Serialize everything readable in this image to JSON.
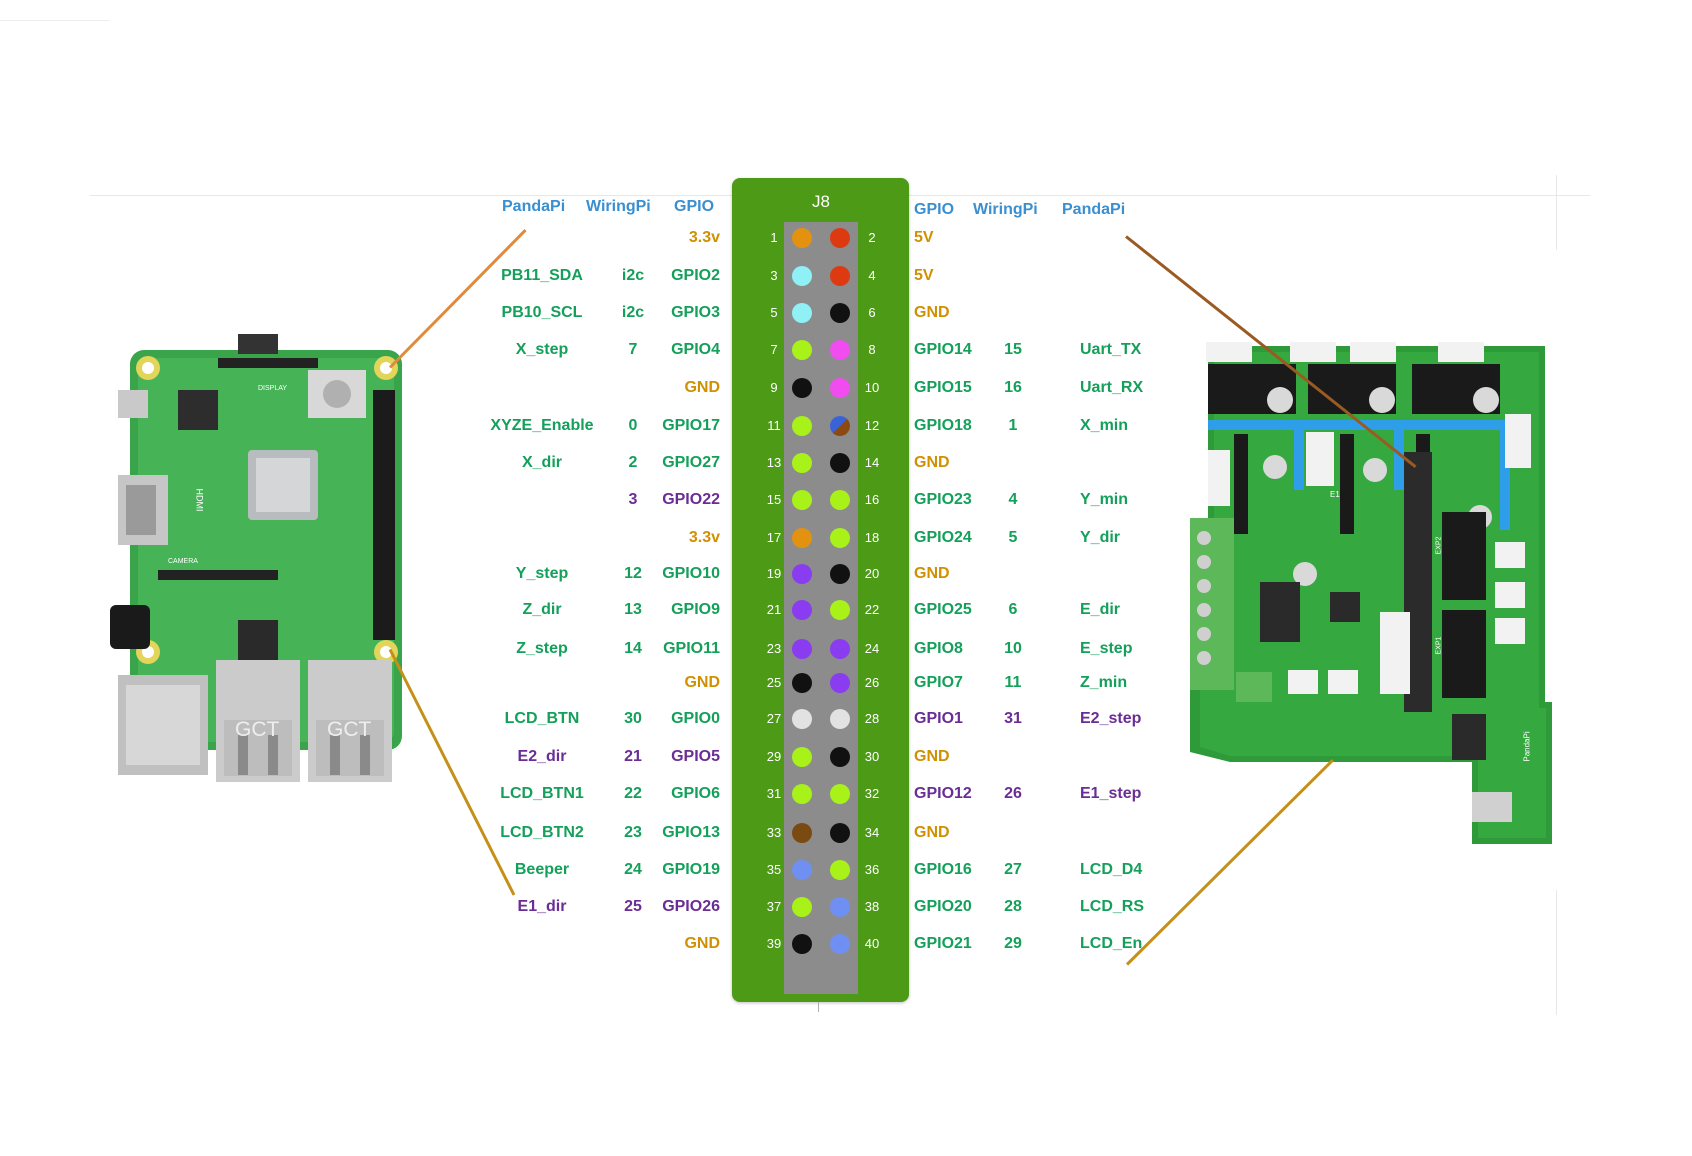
{
  "colors": {
    "header_blue": "#3a8fd0",
    "label_green": "#14a05a",
    "label_purple": "#6a2d95",
    "label_orange": "#d09000",
    "connector_green": "#4c9a16",
    "connector_gray": "#8c8c8c"
  },
  "connector": {
    "title": "J8"
  },
  "headers": {
    "left": {
      "pandapi": "PandaPi",
      "wiringpi": "WiringPi",
      "gpio": "GPIO"
    },
    "right": {
      "gpio": "GPIO",
      "wiringpi": "WiringPi",
      "pandapi": "PandaPi"
    }
  },
  "rows": [
    {
      "odd": 1,
      "even": 2,
      "odd_color": "#e3920f",
      "even_color": "#dd3a12",
      "even_color2": "",
      "left": {
        "pandapi": "",
        "wiringpi": "",
        "gpio": "3.3v",
        "color": "orange"
      },
      "right": {
        "gpio": "5V",
        "wiringpi": "",
        "pandapi": "",
        "color": "orange"
      }
    },
    {
      "odd": 3,
      "even": 4,
      "odd_color": "#8ff1f6",
      "even_color": "#dd3a12",
      "even_color2": "",
      "left": {
        "pandapi": "PB11_SDA",
        "wiringpi": "i2c",
        "gpio": "GPIO2",
        "color": "green"
      },
      "right": {
        "gpio": "5V",
        "wiringpi": "",
        "pandapi": "",
        "color": "orange"
      }
    },
    {
      "odd": 5,
      "even": 6,
      "odd_color": "#8ff1f6",
      "even_color": "#111111",
      "even_color2": "",
      "left": {
        "pandapi": "PB10_SCL",
        "wiringpi": "i2c",
        "gpio": "GPIO3",
        "color": "green"
      },
      "right": {
        "gpio": "GND",
        "wiringpi": "",
        "pandapi": "",
        "color": "orange"
      }
    },
    {
      "odd": 7,
      "even": 8,
      "odd_color": "#a8f21a",
      "even_color": "#f04cf0",
      "even_color2": "",
      "left": {
        "pandapi": "X_step",
        "wiringpi": "7",
        "gpio": "GPIO4",
        "color": "green"
      },
      "right": {
        "gpio": "GPIO14",
        "wiringpi": "15",
        "pandapi": "Uart_TX",
        "color": "green"
      }
    },
    {
      "odd": 9,
      "even": 10,
      "odd_color": "#111111",
      "even_color": "#f04cf0",
      "even_color2": "",
      "left": {
        "pandapi": "",
        "wiringpi": "",
        "gpio": "GND",
        "color": "orange"
      },
      "right": {
        "gpio": "GPIO15",
        "wiringpi": "16",
        "pandapi": "Uart_RX",
        "color": "green"
      }
    },
    {
      "odd": 11,
      "even": 12,
      "odd_color": "#a8f21a",
      "even_color": "#8a4a12",
      "even_color2": "#3a63d8",
      "left": {
        "pandapi": "XYZE_Enable",
        "wiringpi": "0",
        "gpio": "GPIO17",
        "color": "green"
      },
      "right": {
        "gpio": "GPIO18",
        "wiringpi": "1",
        "pandapi": "X_min",
        "color": "green"
      }
    },
    {
      "odd": 13,
      "even": 14,
      "odd_color": "#a8f21a",
      "even_color": "#111111",
      "even_color2": "",
      "left": {
        "pandapi": "X_dir",
        "wiringpi": "2",
        "gpio": "GPIO27",
        "color": "green"
      },
      "right": {
        "gpio": "GND",
        "wiringpi": "",
        "pandapi": "",
        "color": "orange"
      }
    },
    {
      "odd": 15,
      "even": 16,
      "odd_color": "#a8f21a",
      "even_color": "#a8f21a",
      "even_color2": "",
      "left": {
        "pandapi": "",
        "wiringpi": "3",
        "gpio": "GPIO22",
        "color": "purple"
      },
      "right": {
        "gpio": "GPIO23",
        "wiringpi": "4",
        "pandapi": "Y_min",
        "color": "green"
      }
    },
    {
      "odd": 17,
      "even": 18,
      "odd_color": "#e3920f",
      "even_color": "#a8f21a",
      "even_color2": "",
      "left": {
        "pandapi": "",
        "wiringpi": "",
        "gpio": "3.3v",
        "color": "orange"
      },
      "right": {
        "gpio": "GPIO24",
        "wiringpi": "5",
        "pandapi": "Y_dir",
        "color": "green"
      }
    },
    {
      "odd": 19,
      "even": 20,
      "odd_color": "#8a3cf0",
      "even_color": "#111111",
      "even_color2": "",
      "left": {
        "pandapi": "Y_step",
        "wiringpi": "12",
        "gpio": "GPIO10",
        "color": "green"
      },
      "right": {
        "gpio": "GND",
        "wiringpi": "",
        "pandapi": "",
        "color": "orange"
      }
    },
    {
      "odd": 21,
      "even": 22,
      "odd_color": "#8a3cf0",
      "even_color": "#a8f21a",
      "even_color2": "",
      "left": {
        "pandapi": "Z_dir",
        "wiringpi": "13",
        "gpio": "GPIO9",
        "color": "green"
      },
      "right": {
        "gpio": "GPIO25",
        "wiringpi": "6",
        "pandapi": "E_dir",
        "color": "green"
      }
    },
    {
      "odd": 23,
      "even": 24,
      "odd_color": "#8a3cf0",
      "even_color": "#8a3cf0",
      "even_color2": "",
      "left": {
        "pandapi": "Z_step",
        "wiringpi": "14",
        "gpio": "GPIO11",
        "color": "green"
      },
      "right": {
        "gpio": "GPIO8",
        "wiringpi": "10",
        "pandapi": "E_step",
        "color": "green"
      }
    },
    {
      "odd": 25,
      "even": 26,
      "odd_color": "#111111",
      "even_color": "#8a3cf0",
      "even_color2": "",
      "left": {
        "pandapi": "",
        "wiringpi": "",
        "gpio": "GND",
        "color": "orange"
      },
      "right": {
        "gpio": "GPIO7",
        "wiringpi": "11",
        "pandapi": "Z_min",
        "color": "green"
      }
    },
    {
      "odd": 27,
      "even": 28,
      "odd_color": "#e2e2e2",
      "even_color": "#e2e2e2",
      "even_color2": "",
      "left": {
        "pandapi": "LCD_BTN",
        "wiringpi": "30",
        "gpio": "GPIO0",
        "color": "green"
      },
      "right": {
        "gpio": "GPIO1",
        "wiringpi": "31",
        "pandapi": "E2_step",
        "color": "purple"
      }
    },
    {
      "odd": 29,
      "even": 30,
      "odd_color": "#a8f21a",
      "even_color": "#111111",
      "even_color2": "",
      "left": {
        "pandapi": "E2_dir",
        "wiringpi": "21",
        "gpio": "GPIO5",
        "color": "purple"
      },
      "right": {
        "gpio": "GND",
        "wiringpi": "",
        "pandapi": "",
        "color": "orange"
      }
    },
    {
      "odd": 31,
      "even": 32,
      "odd_color": "#a8f21a",
      "even_color": "#a8f21a",
      "even_color2": "",
      "left": {
        "pandapi": "LCD_BTN1",
        "wiringpi": "22",
        "gpio": "GPIO6",
        "color": "green"
      },
      "right": {
        "gpio": "GPIO12",
        "wiringpi": "26",
        "pandapi": "E1_step",
        "color": "purple"
      }
    },
    {
      "odd": 33,
      "even": 34,
      "odd_color": "#7a4a12",
      "even_color": "#111111",
      "even_color2": "",
      "left": {
        "pandapi": "LCD_BTN2",
        "wiringpi": "23",
        "gpio": "GPIO13",
        "color": "green"
      },
      "right": {
        "gpio": "GND",
        "wiringpi": "",
        "pandapi": "",
        "color": "orange"
      }
    },
    {
      "odd": 35,
      "even": 36,
      "odd_color": "#6f8ff2",
      "even_color": "#a8f21a",
      "even_color2": "",
      "left": {
        "pandapi": "Beeper",
        "wiringpi": "24",
        "gpio": "GPIO19",
        "color": "green"
      },
      "right": {
        "gpio": "GPIO16",
        "wiringpi": "27",
        "pandapi": "LCD_D4",
        "color": "green"
      }
    },
    {
      "odd": 37,
      "even": 38,
      "odd_color": "#a8f21a",
      "even_color": "#6f8ff2",
      "even_color2": "",
      "left": {
        "pandapi": "E1_dir",
        "wiringpi": "25",
        "gpio": "GPIO26",
        "color": "purple"
      },
      "right": {
        "gpio": "GPIO20",
        "wiringpi": "28",
        "pandapi": "LCD_RS",
        "color": "green"
      }
    },
    {
      "odd": 39,
      "even": 40,
      "odd_color": "#111111",
      "even_color": "#6f8ff2",
      "even_color2": "",
      "left": {
        "pandapi": "",
        "wiringpi": "",
        "gpio": "GND",
        "color": "orange"
      },
      "right": {
        "gpio": "GPIO21",
        "wiringpi": "29",
        "pandapi": "LCD_En",
        "color": "green"
      }
    }
  ],
  "raspberry_pi_board": {
    "usb_labels": [
      "GCT",
      "GCT"
    ],
    "silkscreen": [
      "HDMI",
      "DISPLAY",
      "CAMERA"
    ]
  },
  "pandapi_board": {
    "silkscreen": [
      "PandaPi",
      "E1",
      "EXP1",
      "EXP2"
    ]
  }
}
